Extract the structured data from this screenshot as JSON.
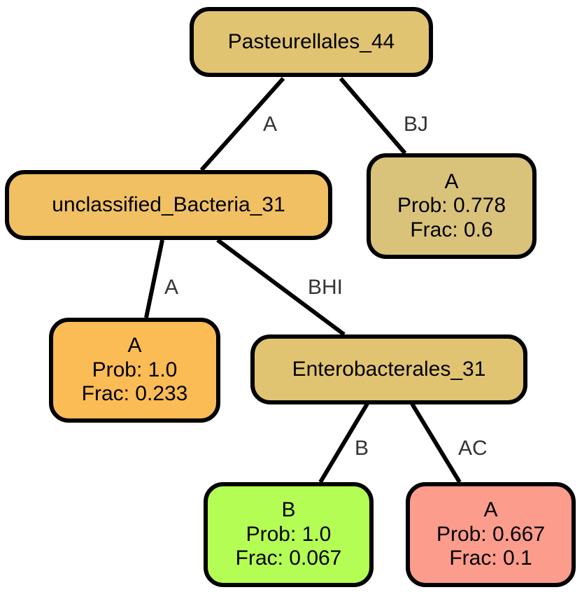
{
  "nodes": {
    "root": {
      "label": "Pasteurellales_44",
      "color": "#E1C472"
    },
    "unclassified": {
      "label": "unclassified_Bacteria_31",
      "color": "#F0C063"
    },
    "entero": {
      "label": "Enterobacterales_31",
      "color": "#E1C472"
    },
    "leaf_bj": {
      "class": "A",
      "prob": "Prob: 0.778",
      "frac": "Frac: 0.6",
      "color": "#D9C27A"
    },
    "leaf_a": {
      "class": "A",
      "prob": "Prob: 1.0",
      "frac": "Frac: 0.233",
      "color": "#FBBC55"
    },
    "leaf_b": {
      "class": "B",
      "prob": "Prob: 1.0",
      "frac": "Frac: 0.067",
      "color": "#B4FD55"
    },
    "leaf_ac": {
      "class": "A",
      "prob": "Prob: 0.667",
      "frac": "Frac: 0.1",
      "color": "#FC9C8C"
    }
  },
  "edges": {
    "root_unclassified": "A",
    "root_leaf_bj": "BJ",
    "unclassified_leaf_a": "A",
    "unclassified_entero": "BHI",
    "entero_leaf_b": "B",
    "entero_leaf_ac": "AC"
  }
}
